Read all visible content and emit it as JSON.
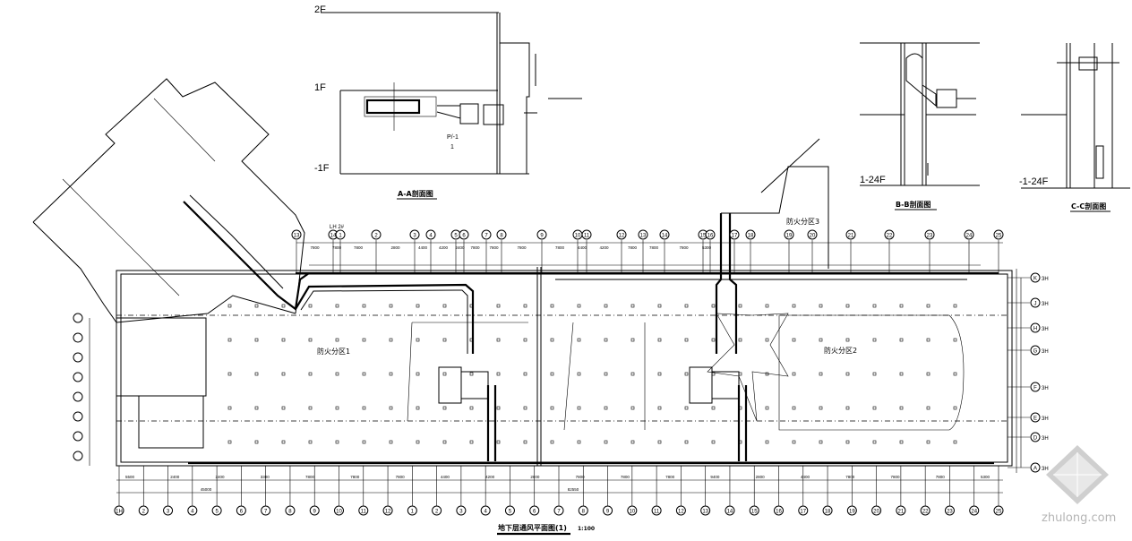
{
  "section_aa": {
    "title": "A-A剖面图",
    "levels": [
      "2F",
      "1F",
      "-1F"
    ],
    "tags": [
      "P/-1",
      "1"
    ]
  },
  "section_bb": {
    "title": "B-B剖面图",
    "levels": [
      "1-24F"
    ]
  },
  "section_cc": {
    "title": "C-C剖面图",
    "levels": [
      "-1-24F"
    ]
  },
  "plan": {
    "title": "地下层通风平面图(1)",
    "scale": "1:100",
    "zones": [
      "防火分区1",
      "防火分区2",
      "防火分区3"
    ],
    "top_axes": [
      "13",
      "14",
      "1",
      "2",
      "3",
      "4",
      "5",
      "6",
      "7",
      "8",
      "9",
      "10",
      "11",
      "12",
      "13",
      "14",
      "15",
      "16",
      "17",
      "18",
      "19",
      "20",
      "21",
      "22",
      "23",
      "24",
      "25"
    ],
    "top_dims": [
      "7800",
      "7800",
      "7800",
      "2800",
      "4400",
      "4200",
      "2400",
      "7800",
      "7800",
      "7800",
      "7800",
      "4400",
      "4200",
      "7800",
      "7800",
      "7800",
      "5300"
    ],
    "axis_note": "LH 2#",
    "right_axes": [
      "K",
      "J",
      "H",
      "G",
      "F",
      "E",
      "D",
      "A"
    ],
    "right_axis_suffix": "3H",
    "bottom_dims": [
      "5500",
      "2400",
      "2400",
      "3300",
      "7800",
      "7800",
      "7800",
      "4400",
      "4200",
      "2800",
      "7800",
      "7800",
      "7800",
      "9400",
      "2800",
      "4400",
      "7800",
      "7800",
      "7800",
      "5300"
    ],
    "bottom_total": [
      "45000",
      "82550"
    ],
    "bottom_axes": [
      "1H",
      "2",
      "3",
      "4",
      "5",
      "6",
      "7",
      "8",
      "9",
      "10",
      "11",
      "12",
      "1",
      "2",
      "3",
      "4",
      "5",
      "6",
      "7",
      "8",
      "9",
      "10",
      "11",
      "12",
      "13",
      "14",
      "15",
      "16",
      "17",
      "18",
      "19",
      "20",
      "21",
      "22",
      "23",
      "24",
      "25"
    ]
  },
  "watermark": "zhulong.com"
}
